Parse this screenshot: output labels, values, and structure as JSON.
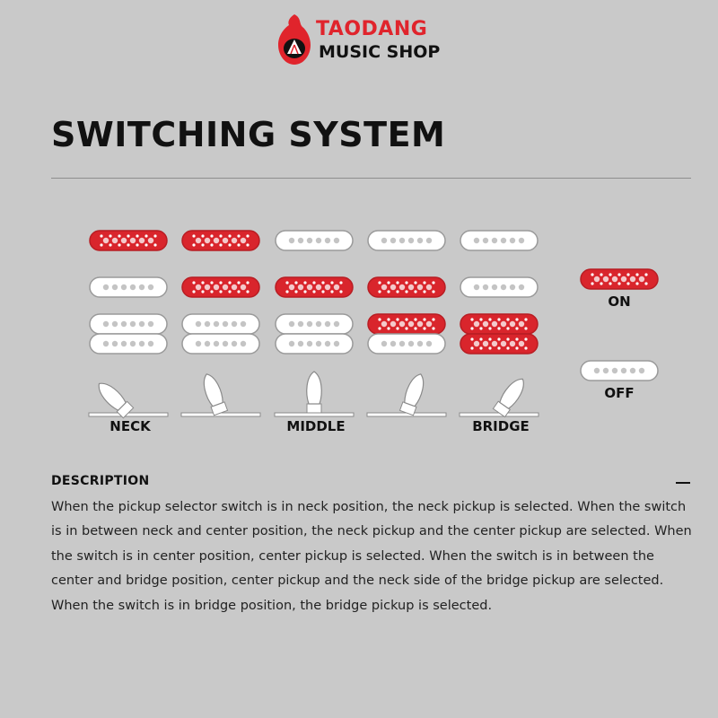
{
  "brand": {
    "line1": "TAODANG",
    "line2": "MUSIC SHOP"
  },
  "colors": {
    "on": "#d9252c",
    "off": "#ffffff",
    "brand_red": "#e0242c",
    "background": "#c9c9c9"
  },
  "header": {
    "title": "SWITCHING SYSTEM"
  },
  "diagram": {
    "positions": [
      {
        "label": "NECK",
        "lever": "neck",
        "neck_pickup": "on",
        "middle_pickup": "off",
        "bridge_humbucker": [
          "off",
          "off"
        ]
      },
      {
        "label": "",
        "lever": "neck-middle",
        "neck_pickup": "on",
        "middle_pickup": "on",
        "bridge_humbucker": [
          "off",
          "off"
        ]
      },
      {
        "label": "MIDDLE",
        "lever": "middle",
        "neck_pickup": "off",
        "middle_pickup": "on",
        "bridge_humbucker": [
          "off",
          "off"
        ]
      },
      {
        "label": "",
        "lever": "middle-bridge",
        "neck_pickup": "off",
        "middle_pickup": "on",
        "bridge_humbucker": [
          "on",
          "off"
        ]
      },
      {
        "label": "BRIDGE",
        "lever": "bridge",
        "neck_pickup": "off",
        "middle_pickup": "off",
        "bridge_humbucker": [
          "on",
          "on"
        ]
      }
    ],
    "legend": [
      {
        "state": "on",
        "label": "ON"
      },
      {
        "state": "off",
        "label": "OFF"
      }
    ]
  },
  "description": {
    "heading": "DESCRIPTION",
    "toggle_icon": "minus-icon",
    "text": "When the pickup selector switch is in neck position, the neck pickup is selected. When the switch is in between neck and center position, the neck pickup and the center pickup are selected. When the switch is in center position, center pickup is selected. When the switch is in between the center and bridge position, center pickup and the neck side of the bridge pickup are selected. When the switch is in bridge position, the bridge pickup is selected."
  }
}
